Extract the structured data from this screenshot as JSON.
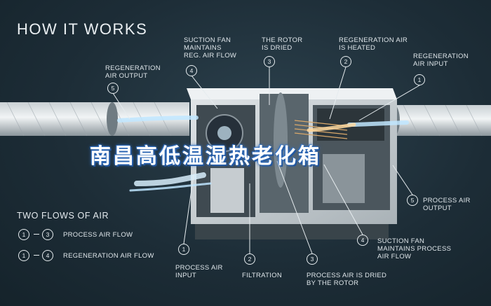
{
  "title": "HOW IT WORKS",
  "overlay_text": "南昌高低温湿热老化箱",
  "colors": {
    "background": "#1d2d37",
    "process_flow": "#bfe6ff",
    "regeneration_flow": "#ffd9a0",
    "overlay_glow": "#2f6ab8"
  },
  "callouts_top": [
    {
      "num": "5",
      "label": "REGENERATION\nAIR OUTPUT"
    },
    {
      "num": "4",
      "label": "SUCTION FAN\nMAINTAINS\nREG. AIR FLOW"
    },
    {
      "num": "3",
      "label": "THE ROTOR\nIS DRIED"
    },
    {
      "num": "2",
      "label": "REGENERATION AIR\nIS HEATED"
    },
    {
      "num": "1",
      "label": "REGENERATION\nAIR INPUT"
    }
  ],
  "callouts_bottom": [
    {
      "num": "1",
      "label": "PROCESS AIR\nINPUT"
    },
    {
      "num": "2",
      "label": "FILTRATION"
    },
    {
      "num": "3",
      "label": "PROCESS AIR IS DRIED\nBY THE ROTOR"
    },
    {
      "num": "4",
      "label": "SUCTION FAN\nMAINTAINS PROCESS\nAIR FLOW"
    },
    {
      "num": "5",
      "label": "PROCESS AIR\nOUTPUT"
    }
  ],
  "legend": {
    "title": "TWO FLOWS OF AIR",
    "rows": [
      {
        "from": "1",
        "to": "3",
        "label": "PROCESS AIR FLOW"
      },
      {
        "from": "1",
        "to": "4",
        "label": "REGENERATION AIR FLOW"
      }
    ]
  }
}
